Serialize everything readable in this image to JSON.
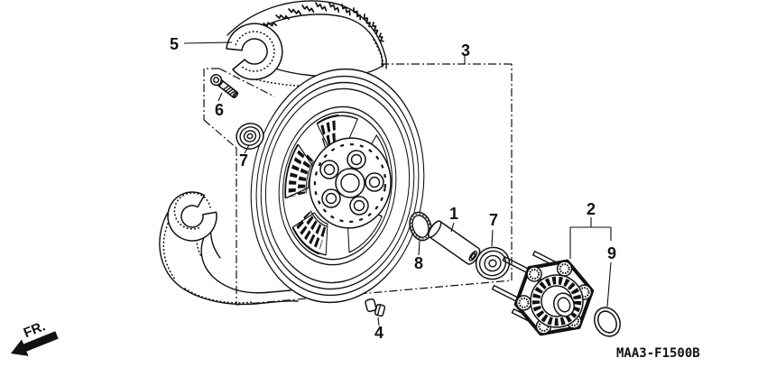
{
  "colors": {
    "background": "#ffffff",
    "line": "#111111"
  },
  "diagram": {
    "code": "MAA3-F1500B",
    "direction_label": "FR.",
    "callouts": {
      "c1": "1",
      "c2": "2",
      "c3": "3",
      "c4": "4",
      "c5": "5",
      "c6": "6",
      "c7a": "7",
      "c7b": "7",
      "c8": "8",
      "c9": "9"
    }
  }
}
